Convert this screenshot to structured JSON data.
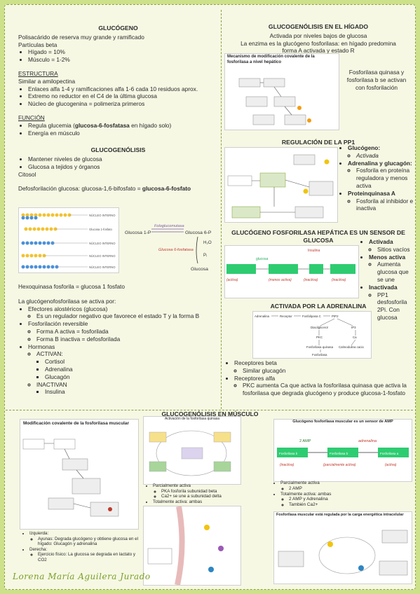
{
  "left": {
    "glucogeno_title": "GLUCÓGENO",
    "glucogeno_desc": "Polisacárido de reserva muy grande y ramificado",
    "particulas": "Partículas beta",
    "higado": "Hígado = 10%",
    "musculo": "Músculo = 1-2%",
    "estructura_title": "ESTRUCTURA",
    "estructura_desc": "Similar  a amilopectina",
    "estr_items": [
      "Enlaces alfa 1-4 y ramificaciones alfa 1-6 cada 10 residuos aprox.",
      "Extremo no reductor en el C4 de la última glucosa",
      "Núcleo de glucogenina = polimeriza primeros"
    ],
    "funcion_title": "FUNCIÓN",
    "funcion_item1_a": "Regula glucemia (",
    "funcion_item1_b": "glucosa-6-fosfatasa",
    "funcion_item1_c": " en hígado solo)",
    "funcion_item2": "Energía en músculo",
    "glucogenolisis_title": "GLUCOGENÓLISIS",
    "gl_items": [
      "Mantener niveles de glucosa",
      "Glucosa a tejidos y órganos"
    ],
    "citosol": "Citosol",
    "defosf_a": "Defosforilación glucosa:  glucosa-1,6-bifosfato = ",
    "defosf_b": "glucosa-6-fosfato",
    "hexoquinasa": "Hexoquinasa fosforila = glucosa 1 fosfato",
    "glucogenofosforilasa": "La glucógenofosforilasa se activa por:",
    "efectores": "Efectores alostéricos (glucosa)",
    "regulador": "Es un regulador negativo que favorece el estado T y la forma B",
    "fosforilacion": "Fosforilación reversible",
    "forma_a": "Forma A activa = fosforilada",
    "forma_b": "Forma B inactiva = defosforilada",
    "hormonas": "Hormonas",
    "activan": "ACTIVAN:",
    "activan_items": [
      "Cortisol",
      "Adrenalina",
      "Glucagón"
    ],
    "inactivan": "INACTIVAN",
    "inactivan_items": [
      "Insulina"
    ],
    "diagram": {
      "foglucomutasa": "Fologlucomutasa",
      "glucosa1p": "Glucosa 1-P",
      "glucosa6p": "Glucosa 6-P",
      "glucosa6fosfatasa": "Glucosa 6-fosfatasa",
      "h2o": "H₂O",
      "pi": "Pᵢ",
      "glucosa": "Glucosa"
    },
    "branch_labels": [
      "NÚCLEO INTERNO",
      "Glucosa 1-fosfato",
      "NÚCLEO INTERNO",
      "NÚCLEO INTERNO",
      "NÚCLEO INTERNO"
    ]
  },
  "right": {
    "higado_title": "GLUCOGENÓLISIS EN EL HÍGADO",
    "higado_l1": "Activada por niveles bajos de glucosa",
    "higado_l2": "La enzima es la glucógeno fosforilasa: en hígado predomina",
    "higado_l3": "forma A activada y estado R",
    "fosforilasa_note": "Fosforilasa quinasa y fosforilasa b se activan con fosforilación",
    "mecanismo_caption": "Mecanismo de modificación covalente de la fosforilasa a nivel hepático",
    "pp1_title": "REGULACIÓN DE LA PP1",
    "pp1_items": [
      {
        "label": "Glucógeno:",
        "sub": "Activada"
      },
      {
        "label": "Adrenalina y glucagón:",
        "sub": "Fosforila en proteína reguladora y menos activa"
      },
      {
        "label": "Proteinquinasa A",
        "sub": "Fosforila al inhibidor e inactiva"
      }
    ],
    "sensor_title": "GLUCÓGENO FOSFORILASA HEPÁTICA ES UN SENSOR DE GLUCOSA",
    "sensor_items": [
      {
        "label": "Activada",
        "sub": "Sitios vacíos"
      },
      {
        "label": "Menos activa",
        "sub": "Aumenta glucosa que se une"
      },
      {
        "label": "Inactivada",
        "sub": "PP1 desfosforila 2Pi. Con glucosa"
      }
    ],
    "sensor_states": [
      "(activa)",
      "(menos activa)",
      "(inactiva)",
      "(inactiva)"
    ],
    "sensor_glucosa": "glucosa",
    "sensor_insulina": "Insulina",
    "adrenalina_title": "ACTIVADA POR LA ADRENALINA",
    "adr_items": [
      "Receptores beta",
      "Receptores alfa"
    ],
    "adr_sub1": "Similar glucagón",
    "adr_sub2": "PKC aumenta Ca que activa la fosforilasa quinasa que activa la fosforilasa que degrada glucógeno y produce glucosa-1-fosfato",
    "adr_diag": [
      "Adrenalina",
      "Receptor",
      "Fosfolipasa C",
      "PIP2",
      "Diacilglicerol",
      "IP3",
      "PKC",
      "Ca",
      "Fosforilasa quinasa",
      "Calmodulina cacio",
      "Fosforilasa"
    ]
  },
  "bottom": {
    "title": "GLUCOGENÓLISIS EN MÚSCULO",
    "img1_title": "Modificación covalente de la fosforilasa muscular",
    "img2_title": "Activación de la fosforilasa quinasa",
    "img3_title": "Glucógeno fosforilasa muscular es un sensor de AMP",
    "izquierda": "Izquierda:",
    "izq_sub": "Ayunas: Degrada glucógeno y obtiene glucosa en el hígado: Glucagón y adrenalina",
    "derecha": "Derecha:",
    "der_sub": "Ejercicio físico: La glucosa se degrada en lactato y CO2",
    "parcial1": "Parcialmente activa",
    "parcial1_subs": [
      "PKA fosforila subunidad beta",
      "Ca2+ se une a subunidad delta"
    ],
    "total1": "Totalmente activa: ambas",
    "parcial2": "Parcialmente activa",
    "parcial2_sub": "2 AMP",
    "total2": "Totalmente activa: ambas",
    "total2_subs": [
      "2 AMP y Adrenalina",
      "También Ca2+"
    ],
    "carga_title": "Fosforilasa muscular está regulada por la carga energética intracelular",
    "amp_labels": [
      "2 AMP",
      "adrenalina",
      "Fosforilasa b",
      "Fosforilasa b",
      "Fosforilasa a",
      "(inactiva)",
      "(parcialmente activa)",
      "(activa)"
    ]
  },
  "signature": "Lorena María Aguilera Jurado"
}
